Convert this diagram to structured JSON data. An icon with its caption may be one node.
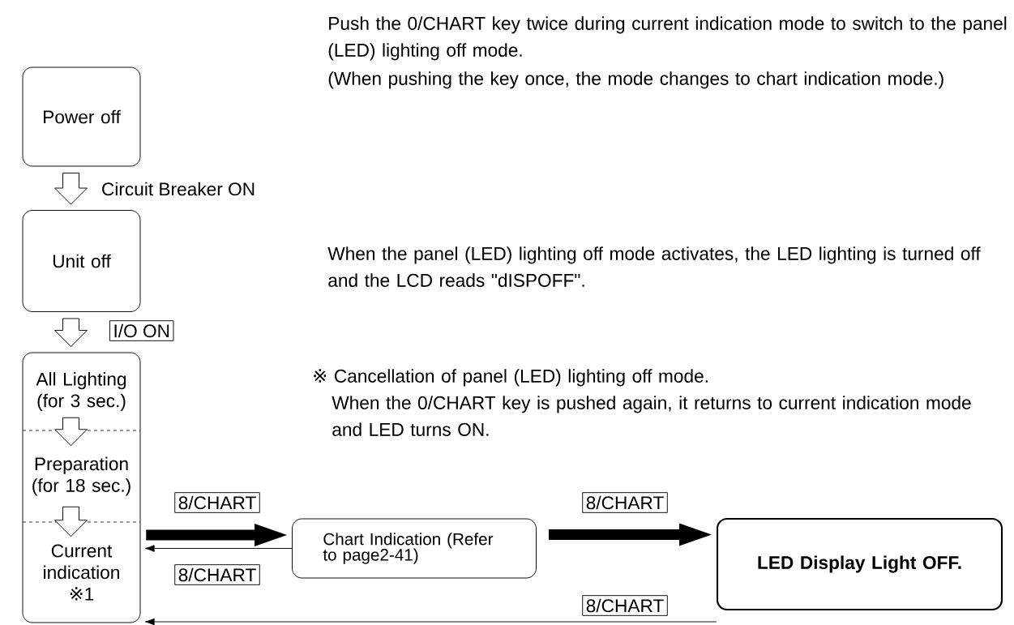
{
  "diagram": {
    "nodes": [
      {
        "text": [
          "Power off"
        ]
      },
      {
        "text": [
          "Unit off"
        ]
      },
      {
        "text": [],
        "shape": "box"
      },
      {
        "text": [
          "All Lighting (for 3 sec.)"
        ],
        "in": 2
      },
      {
        "text": [
          "Preparation (for 18 sec.)"
        ],
        "in": 2
      },
      {
        "text": [
          "Current indication ※1"
        ],
        "in": 2
      },
      {
        "text": [
          "Chart Indication (Refer to page2-41)"
        ]
      },
      {
        "text": [
          "LED Display Light OFF."
        ]
      }
    ],
    "edges": [
      {
        "from": 0,
        "to": 1,
        "arrow": "to",
        "label": "Circuit Breaker ON"
      },
      {
        "from": 1,
        "to": 2,
        "arrow": "to",
        "label": "I/O ON"
      },
      {
        "from": 3,
        "to": 4,
        "arrow": "to"
      },
      {
        "from": 4,
        "to": 5,
        "arrow": "to"
      },
      {
        "from": 5,
        "to": 6,
        "arrow": "to",
        "label": "8/CHART",
        "style": "thick"
      },
      {
        "from": 6,
        "to": 5,
        "arrow": "to",
        "label": "8/CHART"
      },
      {
        "from": 6,
        "to": 7,
        "arrow": "to",
        "label": "8/CHART",
        "style": "thick"
      },
      {
        "from": 7,
        "to": 5,
        "arrow": "to",
        "label": "8/CHART"
      }
    ],
    "labels": [
      "Push the 0/CHART key twice during current indication mode to switch to the panel (LED) lighting off mode.",
      "(When pushing the key once, the mode changes to chart indication mode.)",
      "When the panel (LED) lighting off mode activates, the LED lighting is turned off and the LCD reads \"dISPOFF\".",
      "※ Cancellation of panel (LED) lighting off mode.",
      "When the 0/CHART key is pushed again, it returns to current indication mode and LED turns ON."
    ]
  }
}
